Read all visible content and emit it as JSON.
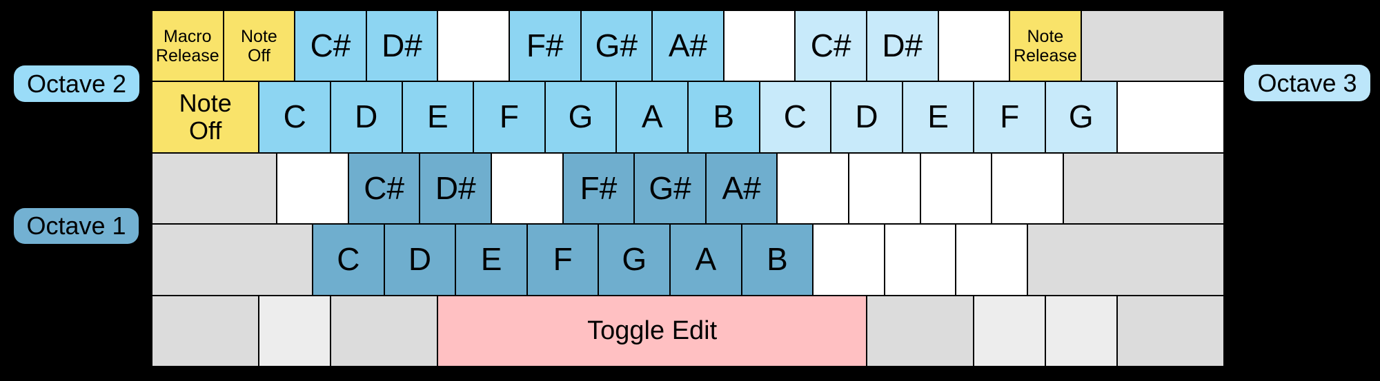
{
  "labels": {
    "octave_2": "Octave 2",
    "octave_1": "Octave 1",
    "octave_3": "Octave 3"
  },
  "colors": {
    "background": "#000000",
    "octave1_blue": "#6FAECE",
    "octave2_blue": "#8DD5F2",
    "octave3_blue": "#C8EAFA",
    "action_yellow": "#F9E36A",
    "space_pink": "#FFC0C2",
    "modifier_gray": "#DCDCDC",
    "modifier_light_gray": "#EDEDED",
    "blank_white": "#FFFFFF"
  },
  "keyboard": {
    "rows": [
      {
        "keys": [
          {
            "label": "Macro\nRelease",
            "type": "yellow",
            "w": 1,
            "fs": "small"
          },
          {
            "label": "Note\nOff",
            "type": "yellow",
            "w": 1,
            "fs": "small"
          },
          {
            "label": "C#",
            "type": "oct2",
            "w": 1,
            "fs": "note"
          },
          {
            "label": "D#",
            "type": "oct2",
            "w": 1,
            "fs": "note"
          },
          {
            "label": "",
            "type": "white",
            "w": 1
          },
          {
            "label": "F#",
            "type": "oct2",
            "w": 1,
            "fs": "note"
          },
          {
            "label": "G#",
            "type": "oct2",
            "w": 1,
            "fs": "note"
          },
          {
            "label": "A#",
            "type": "oct2",
            "w": 1,
            "fs": "note"
          },
          {
            "label": "",
            "type": "white",
            "w": 1
          },
          {
            "label": "C#",
            "type": "oct3",
            "w": 1,
            "fs": "note"
          },
          {
            "label": "D#",
            "type": "oct3",
            "w": 1,
            "fs": "note"
          },
          {
            "label": "",
            "type": "white",
            "w": 1
          },
          {
            "label": "Note\nRelease",
            "type": "yellow",
            "w": 1,
            "fs": "small"
          },
          {
            "label": "",
            "type": "gray",
            "w": 2
          }
        ]
      },
      {
        "keys": [
          {
            "label": "Note\nOff",
            "type": "yellow",
            "w": 1.5,
            "fs": "medium"
          },
          {
            "label": "C",
            "type": "oct2",
            "w": 1,
            "fs": "note"
          },
          {
            "label": "D",
            "type": "oct2",
            "w": 1,
            "fs": "note"
          },
          {
            "label": "E",
            "type": "oct2",
            "w": 1,
            "fs": "note"
          },
          {
            "label": "F",
            "type": "oct2",
            "w": 1,
            "fs": "note"
          },
          {
            "label": "G",
            "type": "oct2",
            "w": 1,
            "fs": "note"
          },
          {
            "label": "A",
            "type": "oct2",
            "w": 1,
            "fs": "note"
          },
          {
            "label": "B",
            "type": "oct2",
            "w": 1,
            "fs": "note"
          },
          {
            "label": "C",
            "type": "oct3",
            "w": 1,
            "fs": "note"
          },
          {
            "label": "D",
            "type": "oct3",
            "w": 1,
            "fs": "note"
          },
          {
            "label": "E",
            "type": "oct3",
            "w": 1,
            "fs": "note"
          },
          {
            "label": "F",
            "type": "oct3",
            "w": 1,
            "fs": "note"
          },
          {
            "label": "G",
            "type": "oct3",
            "w": 1,
            "fs": "note"
          },
          {
            "label": "",
            "type": "white",
            "w": 1.5
          }
        ]
      },
      {
        "keys": [
          {
            "label": "",
            "type": "gray",
            "w": 1.75
          },
          {
            "label": "",
            "type": "white",
            "w": 1
          },
          {
            "label": "C#",
            "type": "oct1",
            "w": 1,
            "fs": "note"
          },
          {
            "label": "D#",
            "type": "oct1",
            "w": 1,
            "fs": "note"
          },
          {
            "label": "",
            "type": "white",
            "w": 1
          },
          {
            "label": "F#",
            "type": "oct1",
            "w": 1,
            "fs": "note"
          },
          {
            "label": "G#",
            "type": "oct1",
            "w": 1,
            "fs": "note"
          },
          {
            "label": "A#",
            "type": "oct1",
            "w": 1,
            "fs": "note"
          },
          {
            "label": "",
            "type": "white",
            "w": 1
          },
          {
            "label": "",
            "type": "white",
            "w": 1
          },
          {
            "label": "",
            "type": "white",
            "w": 1
          },
          {
            "label": "",
            "type": "white",
            "w": 1
          },
          {
            "label": "",
            "type": "gray",
            "w": 2.25
          }
        ]
      },
      {
        "keys": [
          {
            "label": "",
            "type": "gray",
            "w": 2.25
          },
          {
            "label": "C",
            "type": "oct1",
            "w": 1,
            "fs": "note"
          },
          {
            "label": "D",
            "type": "oct1",
            "w": 1,
            "fs": "note"
          },
          {
            "label": "E",
            "type": "oct1",
            "w": 1,
            "fs": "note"
          },
          {
            "label": "F",
            "type": "oct1",
            "w": 1,
            "fs": "note"
          },
          {
            "label": "G",
            "type": "oct1",
            "w": 1,
            "fs": "note"
          },
          {
            "label": "A",
            "type": "oct1",
            "w": 1,
            "fs": "note"
          },
          {
            "label": "B",
            "type": "oct1",
            "w": 1,
            "fs": "note"
          },
          {
            "label": "",
            "type": "white",
            "w": 1
          },
          {
            "label": "",
            "type": "white",
            "w": 1
          },
          {
            "label": "",
            "type": "white",
            "w": 1
          },
          {
            "label": "",
            "type": "gray",
            "w": 2.75
          }
        ]
      },
      {
        "keys": [
          {
            "label": "",
            "type": "gray",
            "w": 1.5
          },
          {
            "label": "",
            "type": "graylight",
            "w": 1
          },
          {
            "label": "",
            "type": "gray",
            "w": 1.5
          },
          {
            "label": "Toggle Edit",
            "type": "pink",
            "w": 6,
            "fs": "space"
          },
          {
            "label": "",
            "type": "gray",
            "w": 1.5
          },
          {
            "label": "",
            "type": "graylight",
            "w": 1
          },
          {
            "label": "",
            "type": "graylight",
            "w": 1
          },
          {
            "label": "",
            "type": "gray",
            "w": 1.5
          }
        ]
      }
    ]
  }
}
